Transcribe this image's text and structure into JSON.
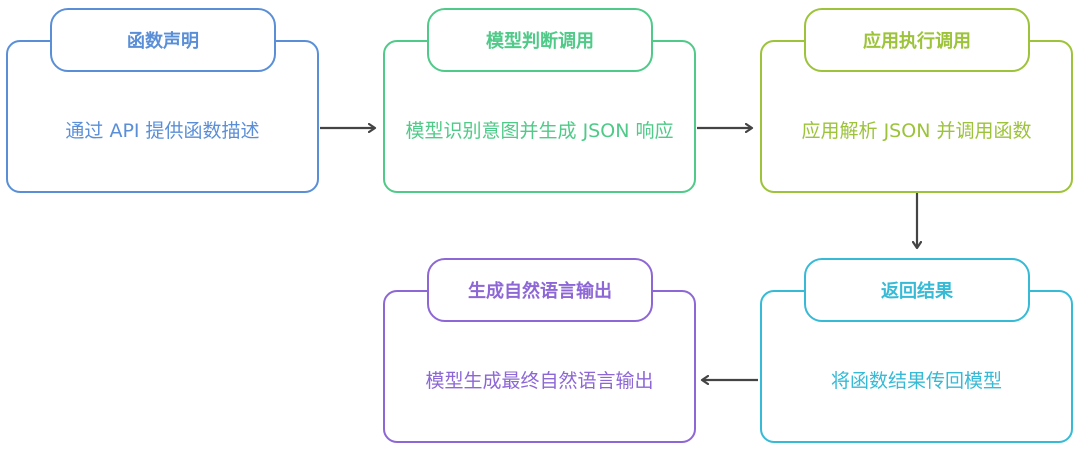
{
  "nodes": [
    {
      "id": "declare",
      "title": "函数声明",
      "desc": "通过 API 提供函数描述",
      "color": "#5a8fd8"
    },
    {
      "id": "model-call",
      "title": "模型判断调用",
      "desc": "模型识别意图并生成 JSON 响应",
      "color": "#4fca88"
    },
    {
      "id": "app-exec",
      "title": "应用执行调用",
      "desc": "应用解析 JSON 并调用函数",
      "color": "#9cc33a"
    },
    {
      "id": "return",
      "title": "返回结果",
      "desc": "将函数结果传回模型",
      "color": "#36bad6"
    },
    {
      "id": "generate",
      "title": "生成自然语言输出",
      "desc": "模型生成最终自然语言输出",
      "color": "#8d67d6"
    }
  ],
  "arrow_color": "#444444"
}
